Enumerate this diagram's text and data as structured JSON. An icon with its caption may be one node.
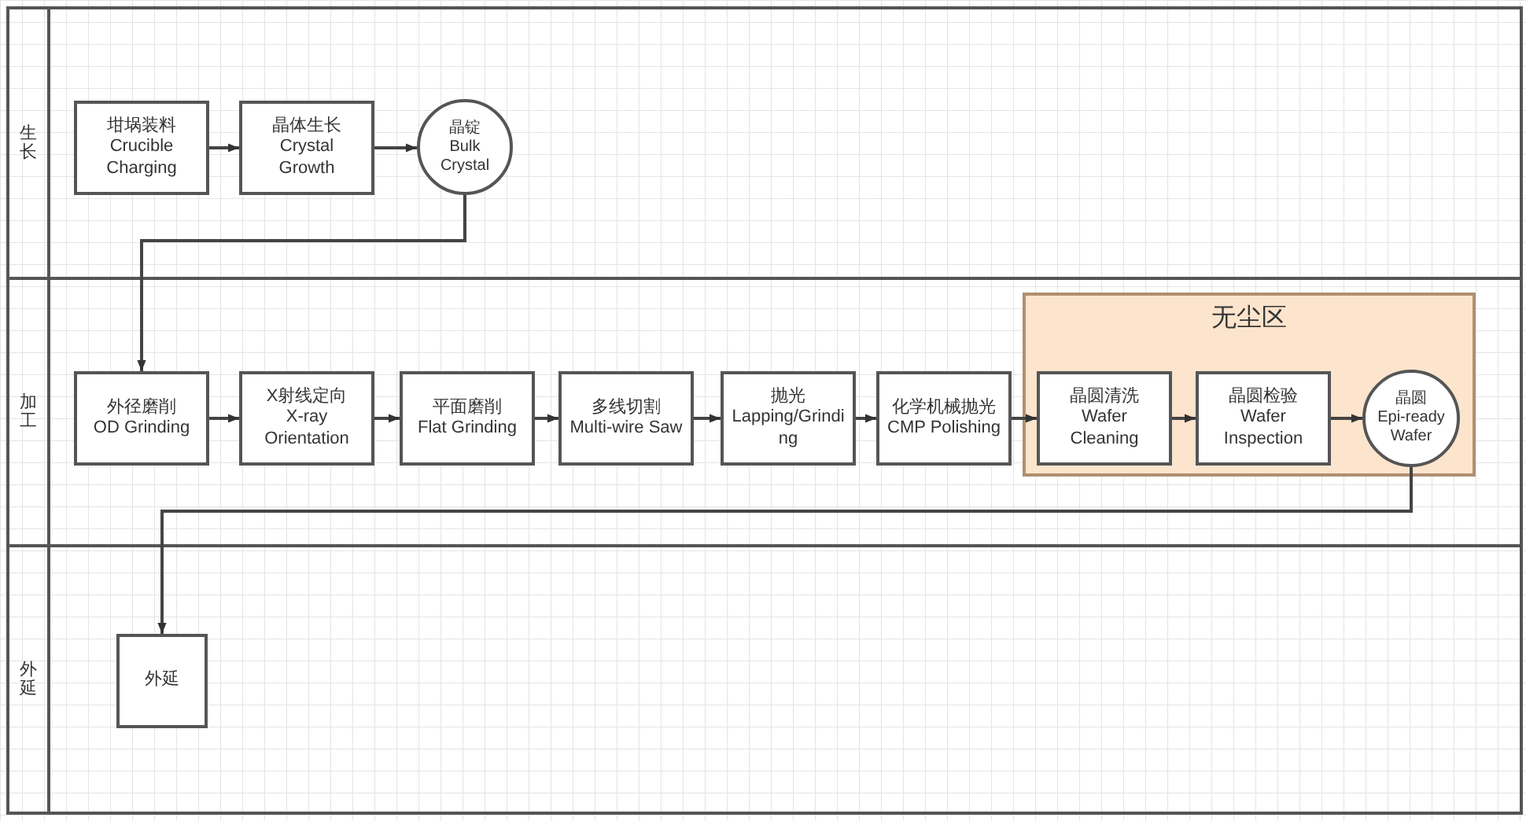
{
  "diagram": {
    "nodes": [
      {
        "text": [
          "生长"
        ]
      },
      {
        "text": [
          "坩埚装料",
          "Crucible Charging"
        ],
        "in": 0
      },
      {
        "text": [
          "晶体生长",
          "Crystal Growth"
        ],
        "in": 0
      },
      {
        "text": [
          "晶锭",
          "Bulk Crystal"
        ],
        "in": 0
      },
      {
        "text": [
          "加工"
        ]
      },
      {
        "text": [
          "外径磨削",
          "OD Grinding"
        ],
        "in": 4
      },
      {
        "text": [
          "X射线定向",
          "X-ray Orientation"
        ],
        "in": 4
      },
      {
        "text": [
          "平面磨削",
          "Flat Grinding"
        ],
        "in": 4
      },
      {
        "text": [
          "多线切割",
          "Multi-wire Saw"
        ],
        "in": 4
      },
      {
        "text": [
          "抛光",
          "Lapping/Grinding"
        ],
        "in": 4
      },
      {
        "text": [
          "化学机械抛光",
          "CMP Polishing"
        ],
        "in": 4
      },
      {
        "text": [
          "无尘区"
        ],
        "in": 4
      },
      {
        "text": [
          "晶圆清洗",
          "Wafer Cleaning"
        ],
        "in": 11
      },
      {
        "text": [
          "晶圆检验",
          "Wafer Inspection"
        ],
        "in": 11
      },
      {
        "text": [
          "晶圆",
          "Epi-ready Wafer"
        ],
        "in": 11
      },
      {
        "text": [
          "外延"
        ]
      },
      {
        "text": [
          "外延"
        ],
        "in": 15
      }
    ],
    "edges": [
      {
        "from": 1,
        "to": 2,
        "arrow": "to"
      },
      {
        "from": 2,
        "to": 3,
        "arrow": "to"
      },
      {
        "from": 3,
        "to": 5,
        "arrow": "to"
      },
      {
        "from": 5,
        "to": 6,
        "arrow": "to"
      },
      {
        "from": 6,
        "to": 7,
        "arrow": "to"
      },
      {
        "from": 7,
        "to": 8,
        "arrow": "to"
      },
      {
        "from": 8,
        "to": 9,
        "arrow": "to"
      },
      {
        "from": 9,
        "to": 10,
        "arrow": "to"
      },
      {
        "from": 10,
        "to": 12,
        "arrow": "to"
      },
      {
        "from": 12,
        "to": 13,
        "arrow": "to"
      },
      {
        "from": 13,
        "to": 14,
        "arrow": "to"
      },
      {
        "from": 14,
        "to": 16,
        "arrow": "to"
      }
    ]
  }
}
